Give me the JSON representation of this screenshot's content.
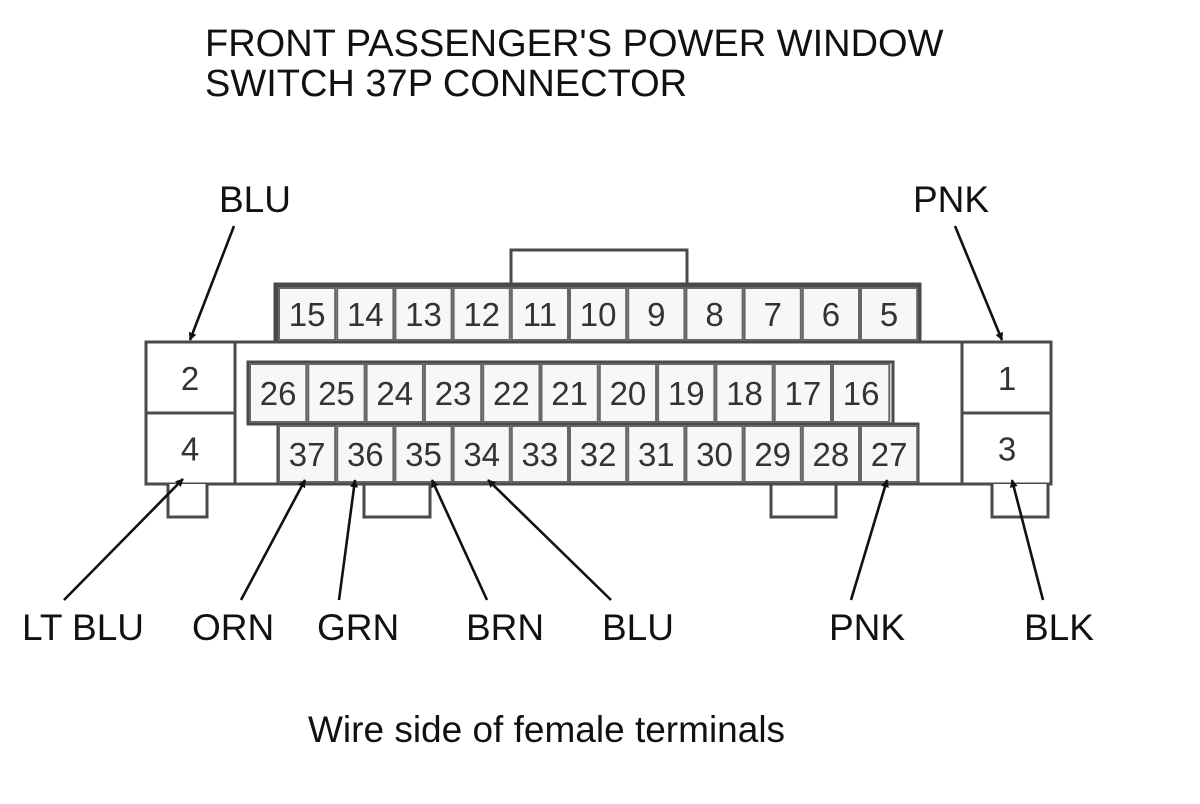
{
  "title": {
    "line1": "FRONT PASSENGER'S POWER WINDOW",
    "line2": "SWITCH 37P CONNECTOR"
  },
  "caption": "Wire side of female terminals",
  "terminals": {
    "left_block": [
      "2",
      "4"
    ],
    "right_block": [
      "1",
      "3"
    ],
    "top_row": [
      "15",
      "14",
      "13",
      "12",
      "11",
      "10",
      "9",
      "8",
      "7",
      "6",
      "5"
    ],
    "middle_row": [
      "26",
      "25",
      "24",
      "23",
      "22",
      "21",
      "20",
      "19",
      "18",
      "17",
      "16"
    ],
    "bottom_row": [
      "37",
      "36",
      "35",
      "34",
      "33",
      "32",
      "31",
      "30",
      "29",
      "28",
      "27"
    ]
  },
  "wires": [
    {
      "terminal": "2",
      "color": "BLU"
    },
    {
      "terminal": "1",
      "color": "PNK"
    },
    {
      "terminal": "4",
      "color": "LT BLU"
    },
    {
      "terminal": "37",
      "color": "ORN"
    },
    {
      "terminal": "36",
      "color": "GRN"
    },
    {
      "terminal": "35",
      "color": "BRN"
    },
    {
      "terminal": "34",
      "color": "BLU"
    },
    {
      "terminal": "27",
      "color": "PNK"
    },
    {
      "terminal": "3",
      "color": "BLK"
    }
  ]
}
